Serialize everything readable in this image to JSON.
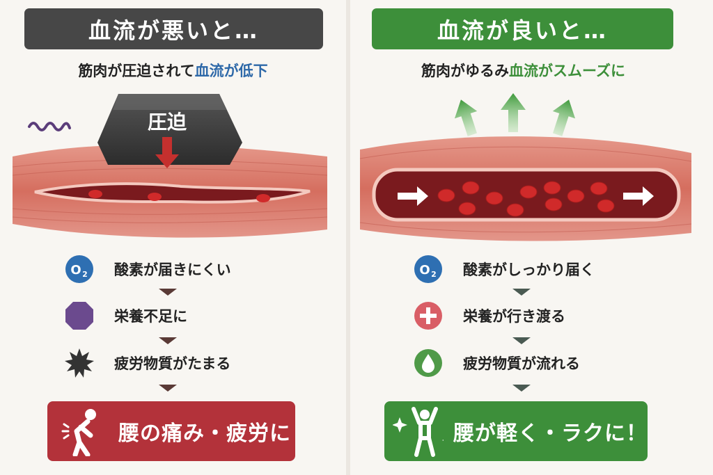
{
  "left": {
    "header": "血流が悪いと…",
    "subtitle_lead": "筋肉が圧迫されて",
    "subtitle_emphasis": "血流が低下",
    "weight_label": "圧迫",
    "o2_symbol": "O",
    "o2_subscript": "2",
    "steps": [
      "酸素が届きにくい",
      "栄養不足に",
      "疲労物質がたまる"
    ],
    "result": "腰の痛み・疲労に"
  },
  "right": {
    "header": "血流が良いと…",
    "subtitle_lead": "筋肉がゆるみ",
    "subtitle_emphasis": "血流がスムーズに",
    "o2_symbol": "O",
    "o2_subscript": "2",
    "steps": [
      "酸素がしっかり届く",
      "栄養が行き渡る",
      "疲労物質が流れる"
    ],
    "result": "腰が軽く・ラクに！"
  },
  "colors": {
    "bad_header": "#474747",
    "good_header": "#3d8f3a",
    "bad_emphasis": "#2d68a8",
    "good_emphasis": "#3d8f3a",
    "bad_result": "#b3323a",
    "good_result": "#3d8f3a",
    "muscle": "#d9796a",
    "vessel": "#7a1a1e",
    "blood_cell": "#d02a2a"
  },
  "icons": [
    "o2-icon",
    "purple-octagon-icon",
    "spiky-burst-icon",
    "plus-icon",
    "water-drop-icon",
    "down-arrow-icon",
    "up-arrow-icon",
    "right-arrow-icon",
    "back-pain-person-icon",
    "cheering-person-icon",
    "sparkle-icon",
    "squiggle-icon"
  ]
}
